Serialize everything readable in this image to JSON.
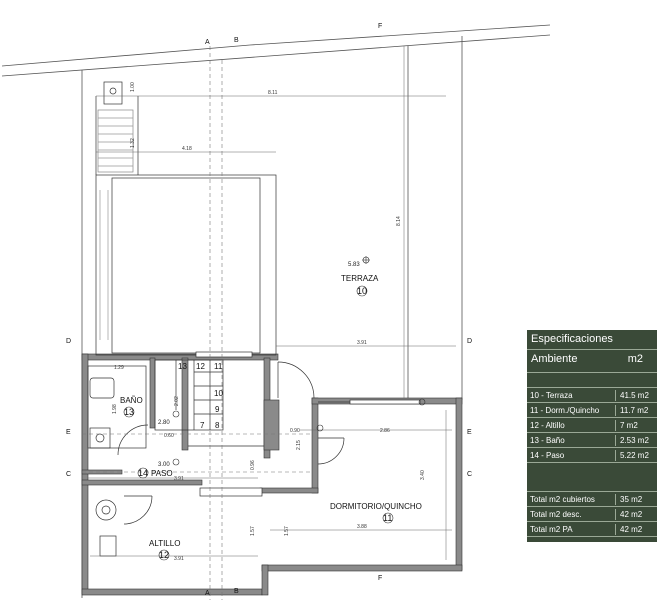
{
  "plan": {
    "section_marks": {
      "a": "A",
      "b": "B",
      "c": "C",
      "d": "D",
      "e": "E",
      "f": "F"
    },
    "dimensions": {
      "d_811": "8.11",
      "d_418": "4.18",
      "d_814": "8.14",
      "d_391_top": "3.91",
      "d_100": "1.00",
      "d_132": "1.32",
      "d_129": "1.29",
      "d_198": "1.98",
      "d_202": "2.02",
      "d_280": "2.80",
      "d_060": "0.60",
      "d_300": "3.00",
      "d_090": "0.90",
      "d_286": "2.86",
      "d_215": "2.15",
      "d_096": "0.96",
      "d_391_paso": "3.91",
      "d_340": "3.40",
      "d_388": "3.88",
      "d_157a": "1.57",
      "d_157b": "1.57",
      "d_391_bottom": "3.91"
    },
    "level_mark": "5.83",
    "stair_steps": [
      "13",
      "12",
      "11",
      "10",
      "9",
      "8",
      "7"
    ],
    "rooms": {
      "terraza": {
        "name": "TERRAZA",
        "num": "10"
      },
      "bano": {
        "name": "BAÑO",
        "num": "13"
      },
      "paso": {
        "name": "PASO",
        "num": "14"
      },
      "dormitorio": {
        "name": "DORMITORIO/QUINCHO",
        "num": "11"
      },
      "altillo": {
        "name": "ALTILLO",
        "num": "12"
      }
    }
  },
  "spec": {
    "title": "Especificaciones",
    "col_ambiente": "Ambiente",
    "col_m2": "m2",
    "rows": [
      {
        "ambiente": "10 - Terraza",
        "m2": "41.5 m2"
      },
      {
        "ambiente": "11 - Dorm./Quincho",
        "m2": "11.7 m2"
      },
      {
        "ambiente": "12 - Altillo",
        "m2": "7 m2"
      },
      {
        "ambiente": "13 - Baño",
        "m2": "2.53 m2"
      },
      {
        "ambiente": "14 - Paso",
        "m2": "5.22 m2"
      }
    ],
    "totals": [
      {
        "label": "Total m2 cubiertos",
        "m2": "35 m2"
      },
      {
        "label": "Total m2 desc.",
        "m2": "42 m2"
      },
      {
        "label": "Total m2 PA",
        "m2": "42 m2"
      }
    ]
  }
}
